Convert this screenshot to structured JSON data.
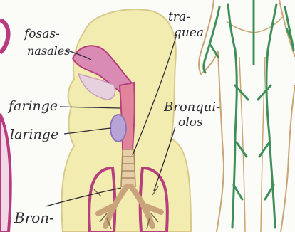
{
  "labels": {
    "fosas_line1": "fosas-",
    "fosas_line2": "nasales",
    "traquea_line1": "tra-",
    "traquea_line2": "quea",
    "faringe": "faringe",
    "laringe": "laringe",
    "bronquiolos_line1": "Bronqui-",
    "bronquiolos_line2": "olos",
    "bronquios_partial": "Bron-"
  },
  "colors": {
    "skin": "#f3ecb0",
    "skin_outline": "#d8c98a",
    "nasal_cavity": "#d98bb4",
    "pharynx": "#e0859b",
    "larynx": "#b8a3d6",
    "lung_outline": "#b5407c",
    "bronchi": "#c9a47a",
    "vessel_green": "#3f8f5a",
    "bag_purple": "#b83a7f"
  }
}
